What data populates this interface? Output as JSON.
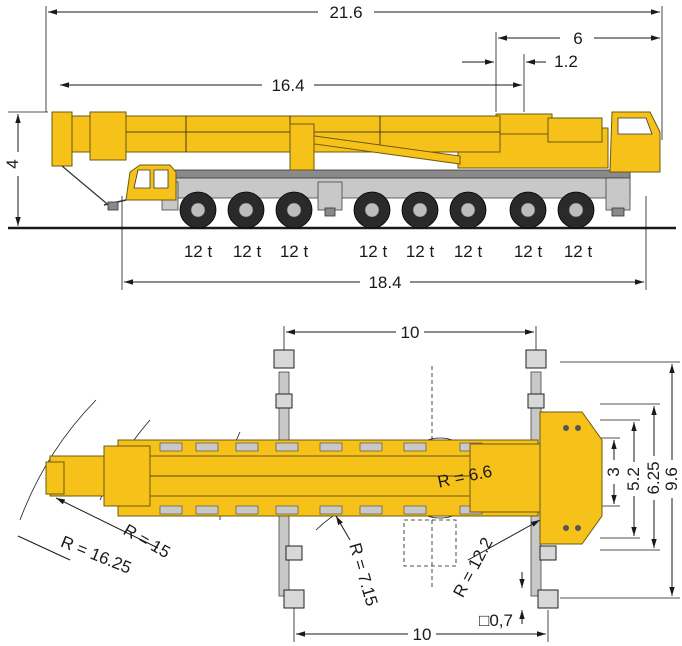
{
  "side_view": {
    "total_length_label": "21.6",
    "boom_reach_label": "16.4",
    "rear_overhang_label": "6",
    "front_offset_label": "1.2",
    "height_label": "4",
    "chassis_length_label": "18.4",
    "axle_loads": [
      "12 t",
      "12 t",
      "12 t",
      "12 t",
      "12 t",
      "12 t",
      "12 t",
      "12 t"
    ]
  },
  "top_view": {
    "outrigger_span_top_label": "10",
    "outrigger_span_bottom_label": "10",
    "radius_superstructure_label": "R = 6.6",
    "radius_counterweight_label": "R = 12.2",
    "radius_boom_tip_label": "R = 7.15",
    "radius_15_label": "R = 15",
    "radius_1625_label": "R = 16.25",
    "width_3_label": "3",
    "width_52_label": "5.2",
    "width_625_label": "6.25",
    "width_96_label": "9.6",
    "pad_size_label": "□0,7"
  },
  "colors": {
    "crane_yellow": "#f6c21a",
    "line": "#1a1a1a"
  }
}
